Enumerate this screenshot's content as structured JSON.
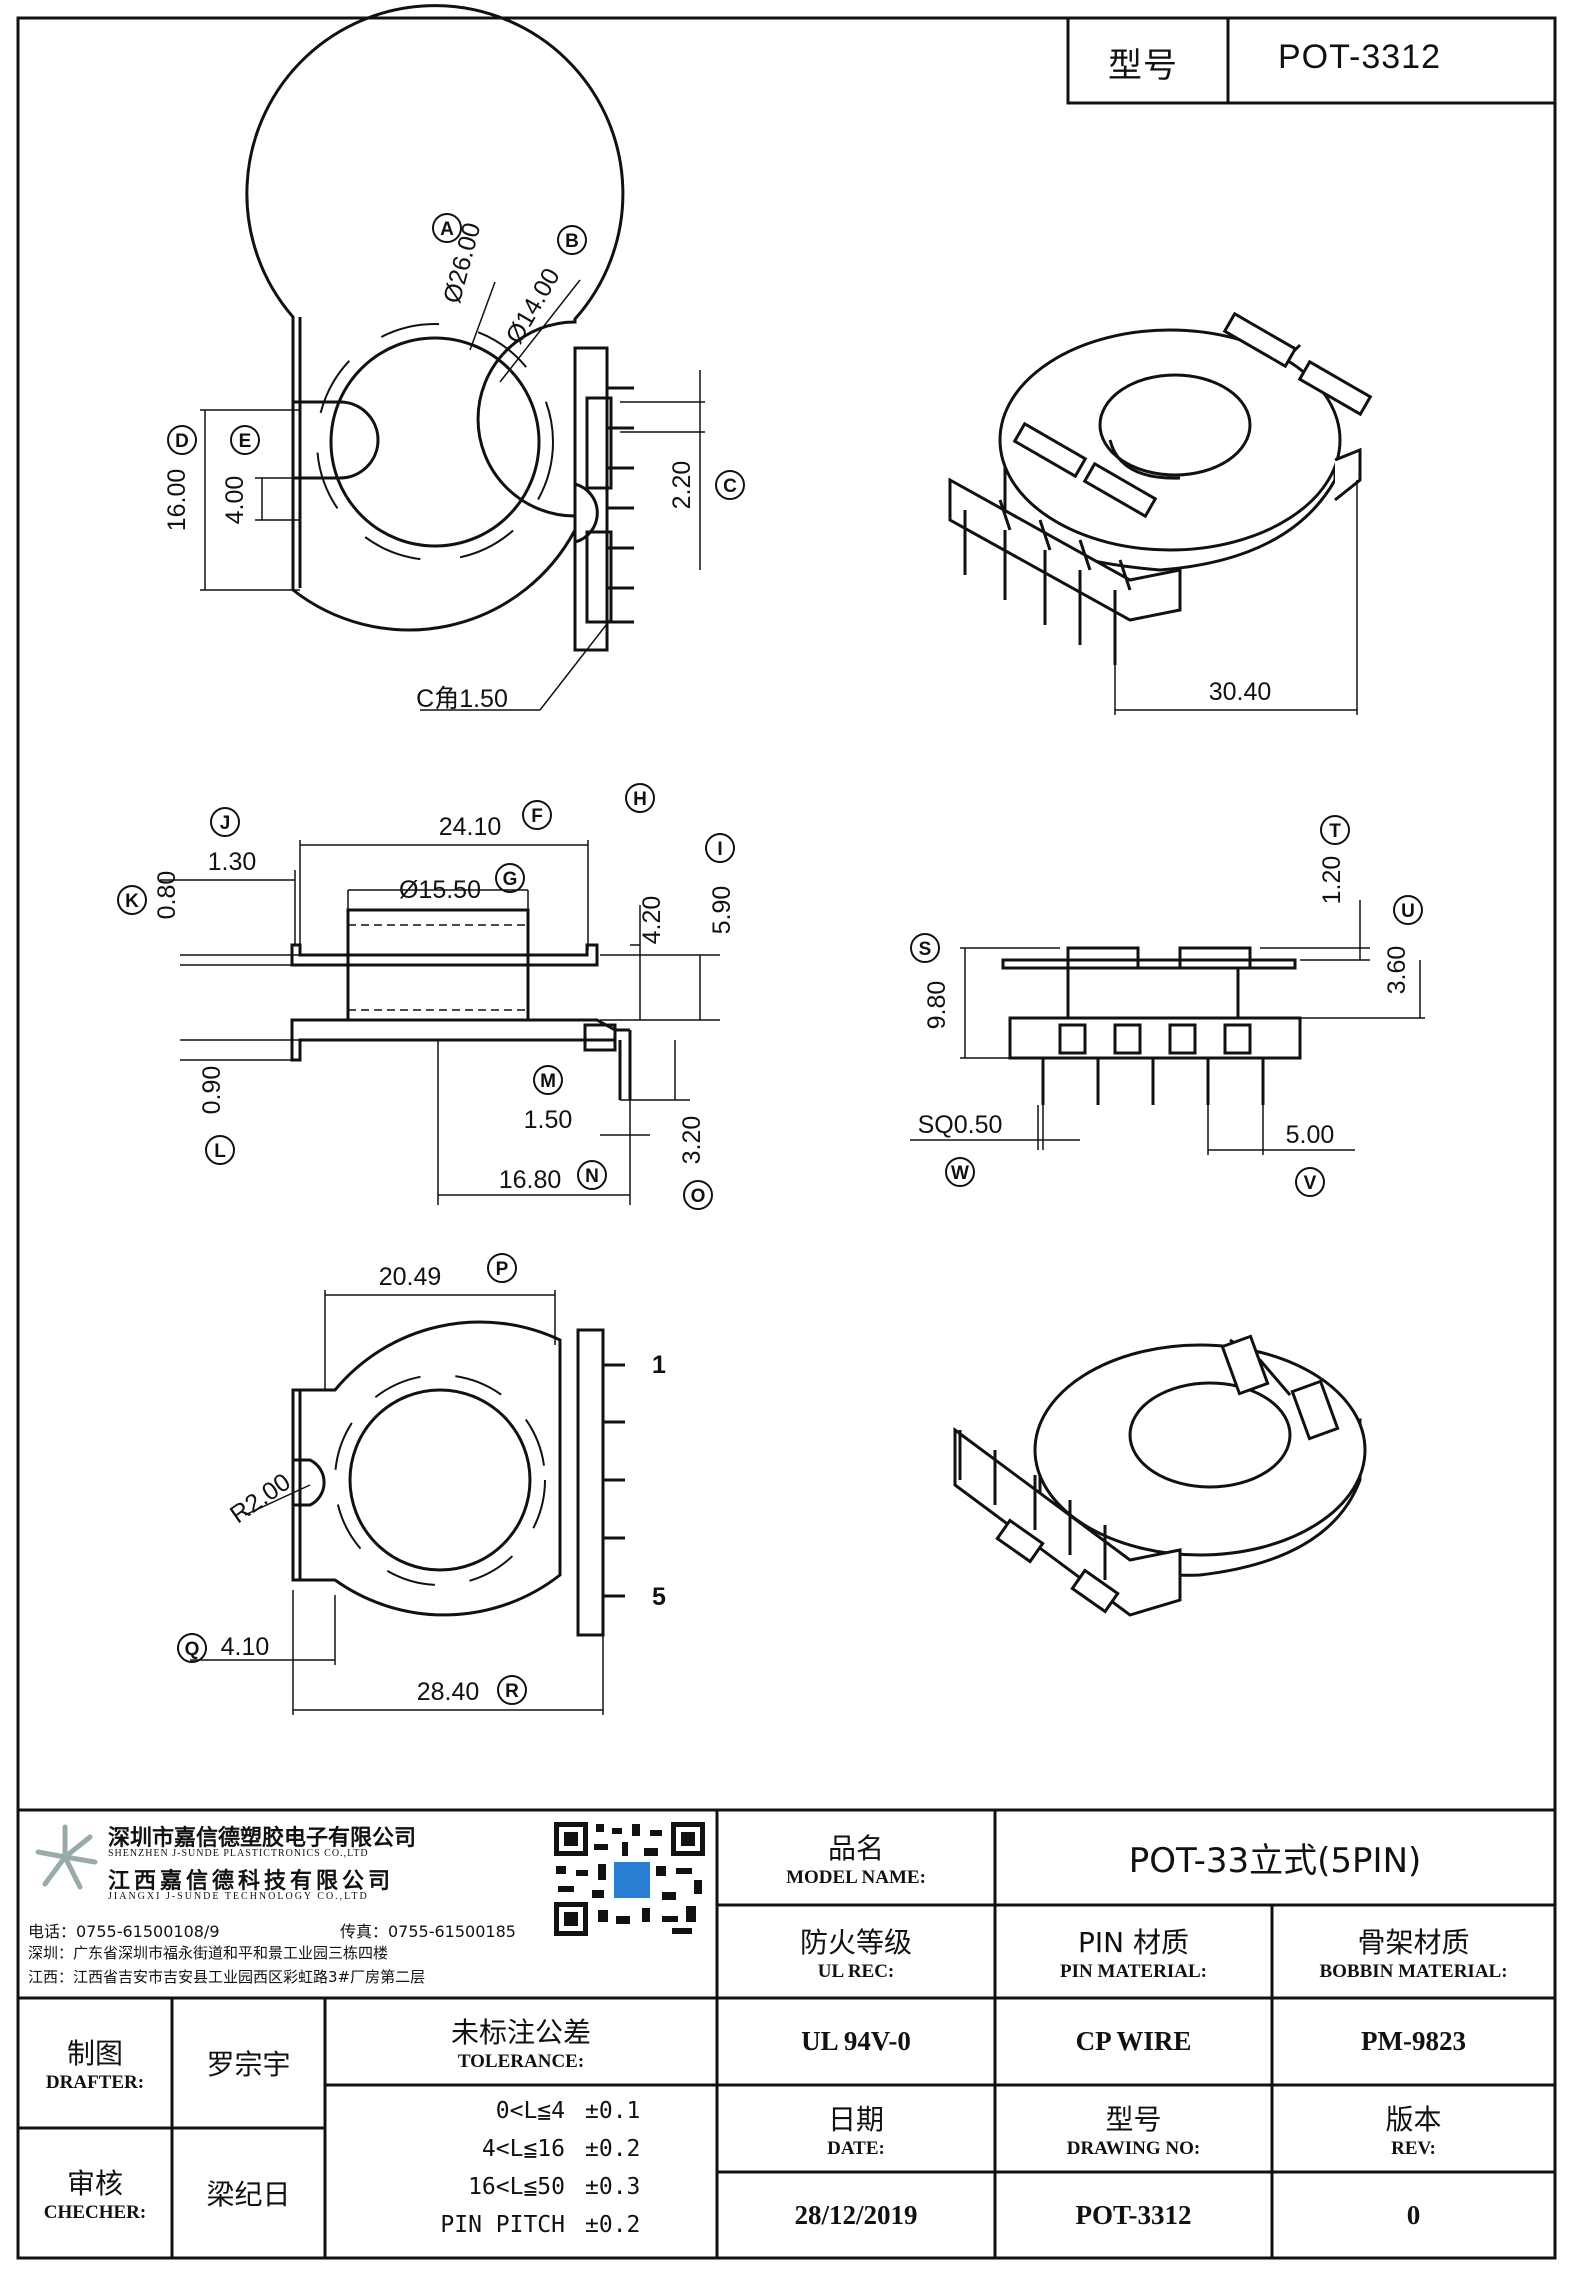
{
  "header": {
    "label": "型号",
    "model": "POT-3312"
  },
  "top_view": {
    "dims": {
      "A_text": "Ø26.00",
      "B_text": "Ø14.00",
      "C_text": "2.20",
      "D_text": "16.00",
      "E_text": "4.00",
      "chamfer": "C角1.50"
    },
    "bubbles": [
      "A",
      "B",
      "C",
      "D",
      "E"
    ]
  },
  "iso_view": {
    "width": "30.40"
  },
  "side_view": {
    "dims": {
      "F": "24.10",
      "G": "Ø15.50",
      "I": "5.90",
      "H_val": "4.20",
      "J": "1.30",
      "K": "0.80",
      "L": "0.90",
      "M": "1.50",
      "N": "16.80",
      "O": "3.20"
    },
    "bubbles": [
      "F",
      "G",
      "H",
      "I",
      "J",
      "K",
      "L",
      "M",
      "N",
      "O"
    ]
  },
  "front_view": {
    "dims": {
      "T": "1.20",
      "U": "3.60",
      "S": "9.80",
      "W": "SQ0.50",
      "V": "5.00"
    },
    "bubbles": [
      "S",
      "T",
      "U",
      "V",
      "W"
    ]
  },
  "bottom_view": {
    "dims": {
      "P": "20.49",
      "R2": "R2.00",
      "Q": "4.10",
      "R": "28.40"
    },
    "pins": [
      "1",
      "5"
    ],
    "bubbles": [
      "P",
      "Q",
      "R"
    ]
  },
  "company": {
    "name_sz": "深圳市嘉信德塑胶电子有限公司",
    "name_sz_en": "SHENZHEN J-SUNDE PLASTICTRONICS CO.,LTD",
    "name_jx": "江西嘉信德科技有限公司",
    "name_jx_en": "JIANGXI J-SUNDE TECHNOLOGY CO.,LTD",
    "tel": "电话：0755-61500108/9",
    "fax": "传真：0755-61500185",
    "addr_sz": "深圳：广东省深圳市福永街道和平和景工业园三栋四楼",
    "addr_jx": "江西：江西省吉安市吉安县工业园西区彩虹路3#厂房第二层"
  },
  "title_block": {
    "model_name_zh": "品名",
    "model_name_en": "MODEL NAME:",
    "model_name_val": "POT-33立式(5PIN)",
    "ul_zh": "防火等级",
    "ul_en": "UL REC:",
    "ul_val": "UL 94V-0",
    "pin_zh": "PIN 材质",
    "pin_en": "PIN MATERIAL:",
    "pin_val": "CP WIRE",
    "bobbin_zh": "骨架材质",
    "bobbin_en": "BOBBIN MATERIAL:",
    "bobbin_val": "PM-9823",
    "drafter_zh": "制图",
    "drafter_en": "DRAFTER:",
    "drafter_val": "罗宗宇",
    "checker_zh": "审核",
    "checker_en": "CHECHER:",
    "checker_val": "梁纪日",
    "tol_zh": "未标注公差",
    "tol_en": "TOLERANCE:",
    "tol_rows": [
      {
        "range": "0<L≦4",
        "tol": "±0.1"
      },
      {
        "range": "4<L≦16",
        "tol": "±0.2"
      },
      {
        "range": "16<L≦50",
        "tol": "±0.3"
      },
      {
        "range": "PIN PITCH",
        "tol": "±0.2"
      }
    ],
    "date_zh": "日期",
    "date_en": "DATE:",
    "date_val": "28/12/2019",
    "dwg_zh": "型号",
    "dwg_en": "DRAWING NO:",
    "dwg_val": "POT-3312",
    "rev_zh": "版本",
    "rev_en": "REV:",
    "rev_val": "0"
  }
}
